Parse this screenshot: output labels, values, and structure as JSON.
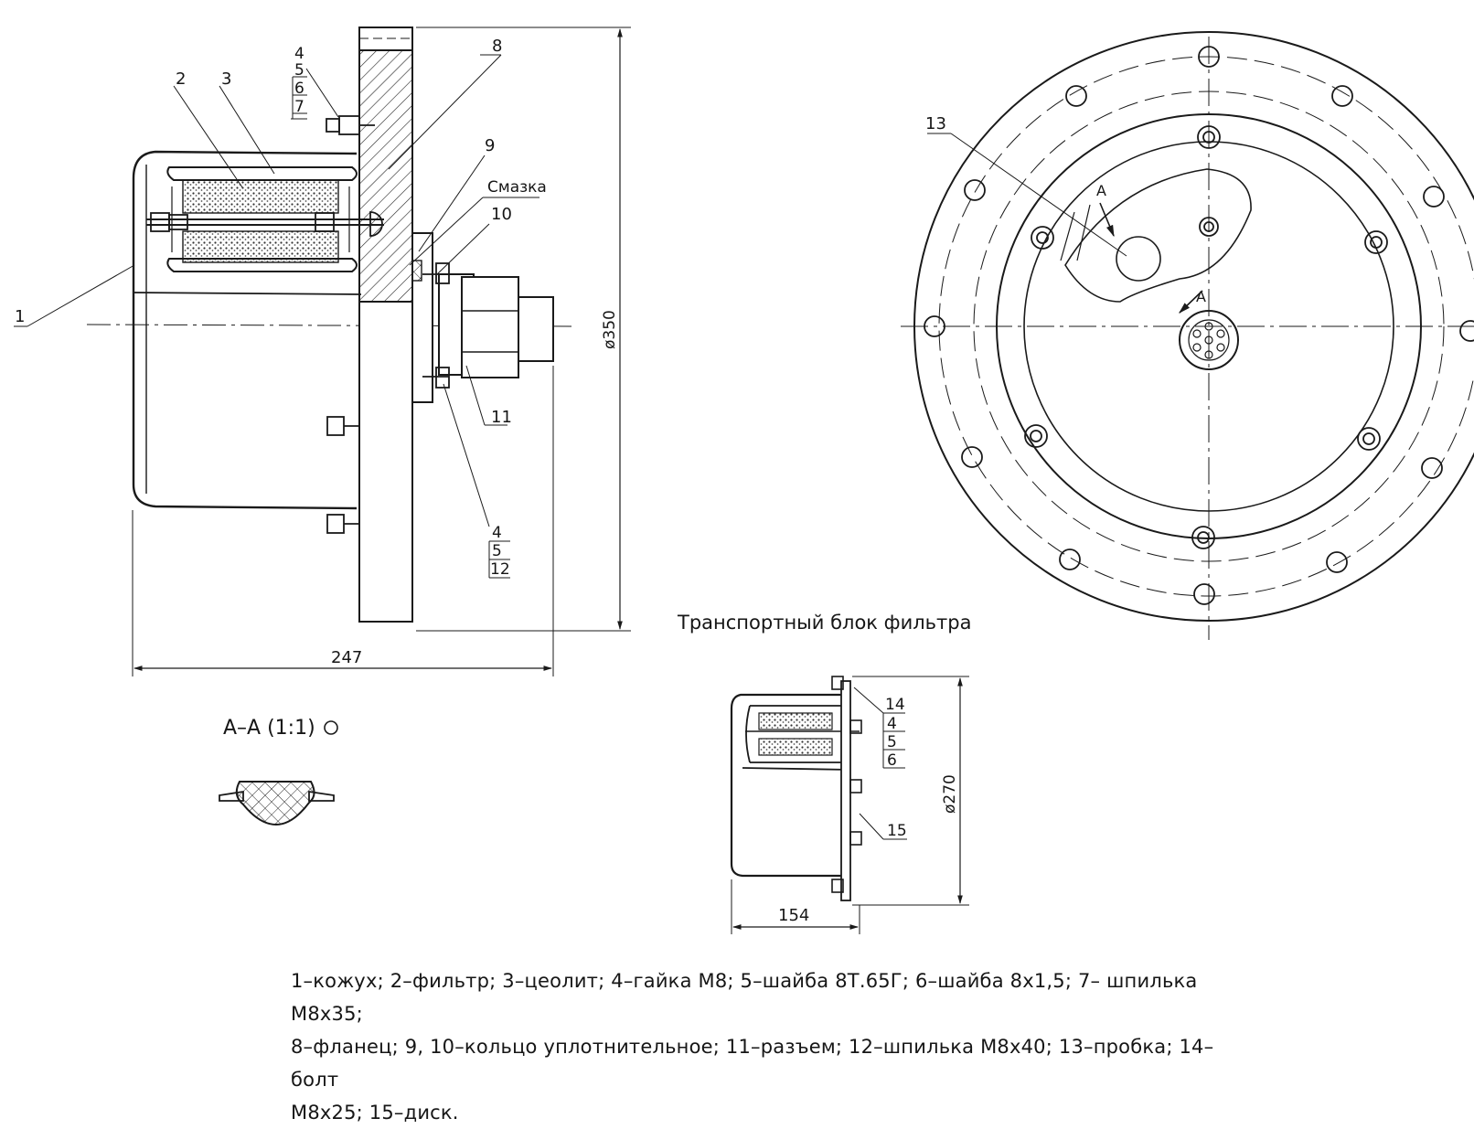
{
  "main_view": {
    "callouts": {
      "c1": "1",
      "c2": "2",
      "c3": "3",
      "c4a": "4",
      "c5a": "5",
      "c6a": "6",
      "c7a": "7",
      "c8": "8",
      "c9": "9",
      "c10": "10",
      "c11": "11",
      "c4b": "4",
      "c5b": "5",
      "c12": "12"
    },
    "grease_note": "Смазка",
    "dim_diameter": "ø350",
    "dim_length": "247"
  },
  "front_view": {
    "callout_13": "13",
    "section_mark_a1": "A",
    "section_mark_a2": "A"
  },
  "section_view": {
    "title": "A–A (1:1)"
  },
  "transport_block": {
    "title": "Транспортный блок фильтра",
    "callouts": {
      "c14": "14",
      "c4": "4",
      "c5": "5",
      "c6": "6",
      "c15": "15"
    },
    "dim_diameter": "ø270",
    "dim_length": "154"
  },
  "parts_legend": {
    "line1": "1–кожух; 2–фильтр; 3–цеолит; 4–гайка М8; 5–шайба 8Т.65Г; 6–шайба 8х1,5; 7– шпилька М8х35;",
    "line2": "8–фланец; 9, 10–кольцо уплотнительное; 11–разъем; 12–шпилька М8х40; 13–пробка; 14–болт",
    "line3": "М8х25; 15–диск."
  }
}
